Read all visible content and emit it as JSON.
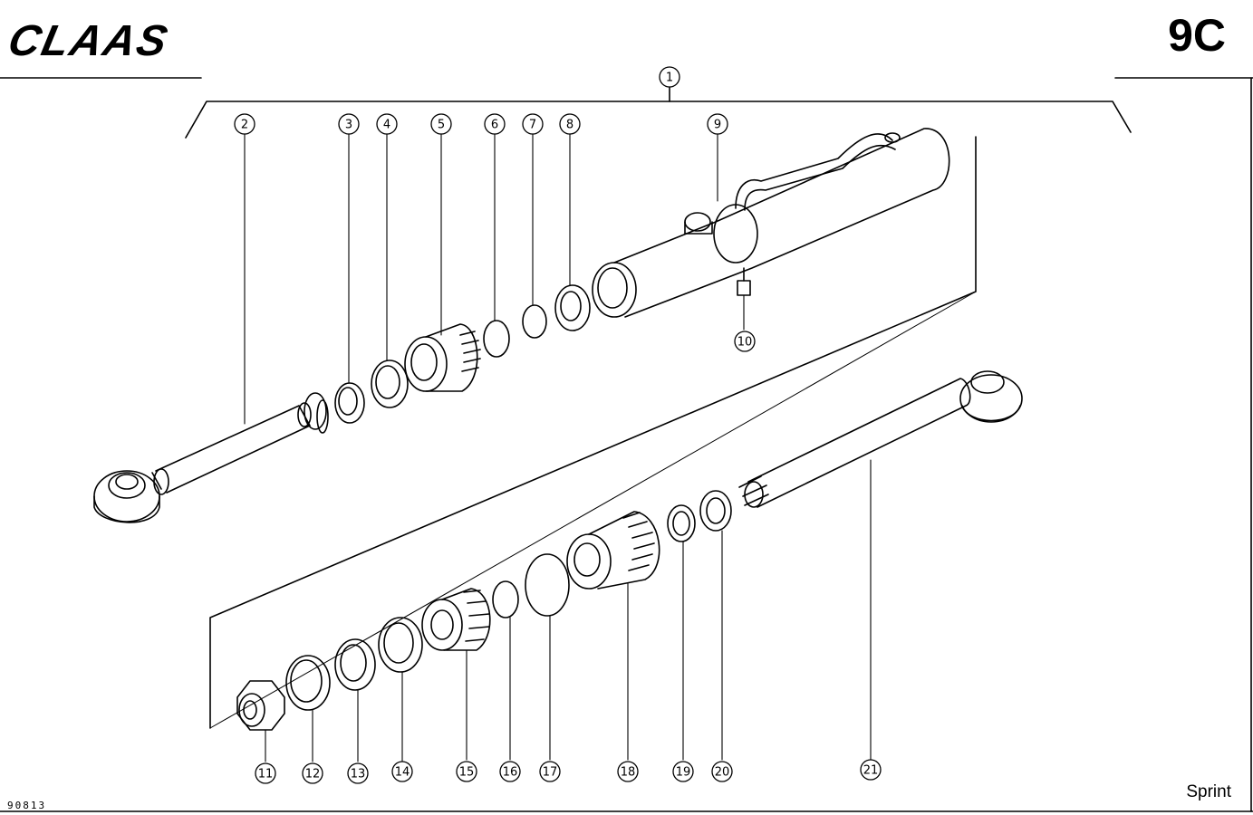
{
  "header": {
    "brand": "CLAAS",
    "page_code": "9C"
  },
  "footer": {
    "drawing_number": "90813",
    "model": "Sprint"
  },
  "callouts": [
    "1",
    "2",
    "3",
    "4",
    "5",
    "6",
    "7",
    "8",
    "9",
    "10",
    "11",
    "12",
    "13",
    "14",
    "15",
    "16",
    "17",
    "18",
    "19",
    "20",
    "21"
  ]
}
